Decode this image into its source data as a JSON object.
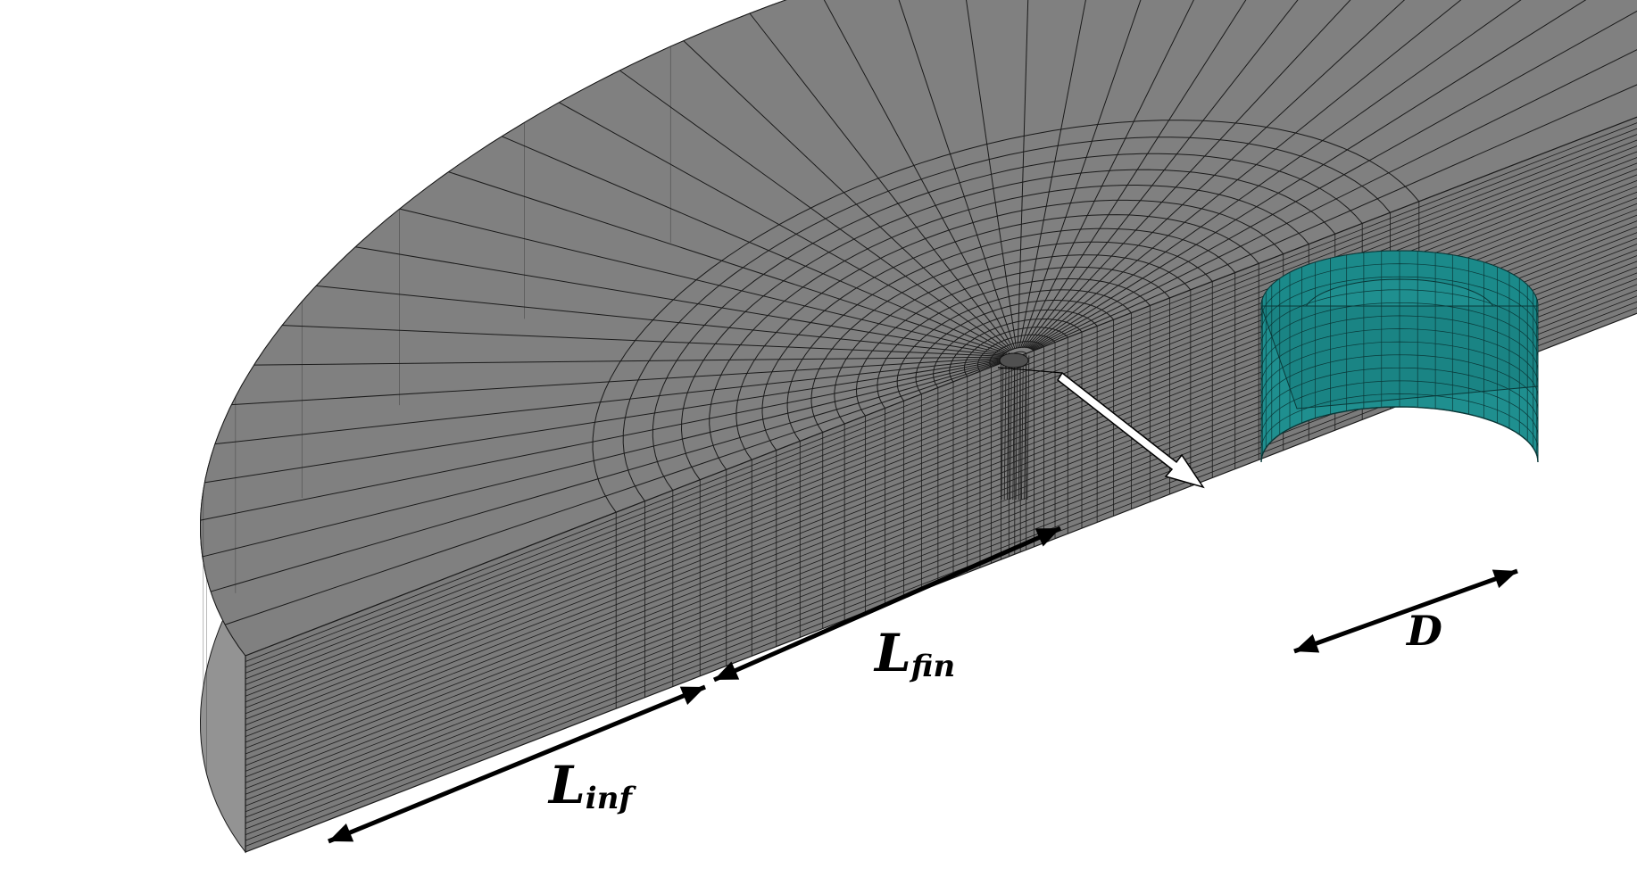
{
  "diagram": {
    "labels": {
      "l_inf": {
        "main": "L",
        "sub": "inf"
      },
      "l_fin": {
        "main": "L",
        "sub": "fin"
      },
      "d": "D"
    },
    "colors": {
      "background": "#ffffff",
      "mesh_top": "#808080",
      "mesh_front": "#7b7b7b",
      "mesh_side": "#939393",
      "mesh_line": "#1a1a1a",
      "pile": "#1b8a8a",
      "pile_line": "#0a3838",
      "arrow": "#000000"
    }
  }
}
